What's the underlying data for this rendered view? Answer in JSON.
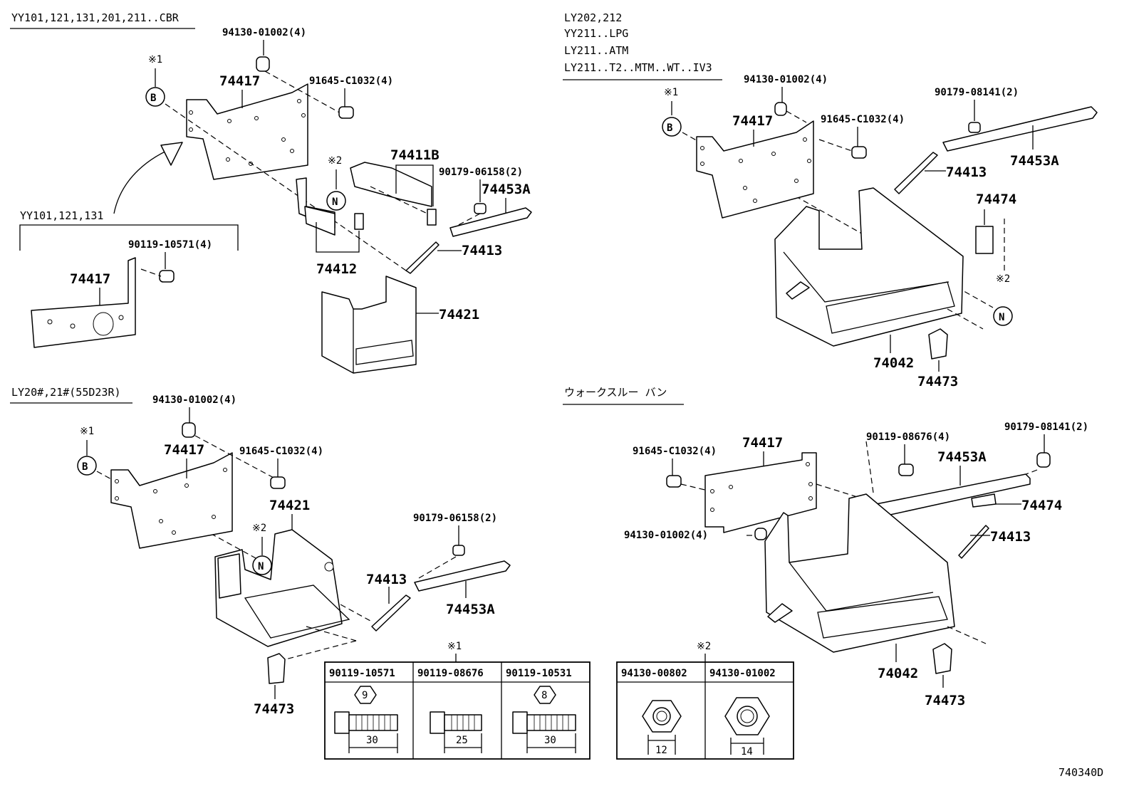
{
  "sections": {
    "top_left": {
      "header": "YY101,121,131,201,211..CBR",
      "sub_header": "YY101,121,131",
      "mark_1": "※1",
      "mark_2": "※2",
      "circle_b": "B",
      "circle_n": "N",
      "parts": {
        "nut": "94130-01002(4)",
        "bolt": "91645-C1032(4)",
        "plate": "74417",
        "plate_sub": "74417",
        "sub_bolt": "90119-10571(4)",
        "clamp_b": "74411B",
        "screw": "90179-06158(2)",
        "holder": "74453A",
        "clamp": "74412",
        "rod": "74413",
        "tray": "74421"
      }
    },
    "top_right": {
      "header_lines": [
        "LY202,212",
        "YY211..LPG",
        "LY211..ATM",
        "LY211..T2..MTM..WT..IV3"
      ],
      "mark_1": "※1",
      "mark_2": "※2",
      "circle_b": "B",
      "circle_n": "N",
      "parts": {
        "nut": "94130-01002(4)",
        "bolt": "91645-C1032(4)",
        "screw": "90179-08141(2)",
        "plate": "74417",
        "holder": "74453A",
        "rod": "74413",
        "pad": "74474",
        "carrier": "74042",
        "stopper": "74473"
      }
    },
    "bottom_left": {
      "header": "LY20#,21#(55D23R)",
      "mark_1": "※1",
      "mark_2": "※2",
      "circle_b": "B",
      "circle_n": "N",
      "parts": {
        "nut": "94130-01002(4)",
        "bolt": "91645-C1032(4)",
        "plate": "74417",
        "tray": "74421",
        "screw": "90179-06158(2)",
        "rod": "74413",
        "holder": "74453A",
        "stopper": "74473"
      }
    },
    "bottom_right": {
      "header": "ウォークスルー バン",
      "parts": {
        "bolt": "91645-C1032(4)",
        "plate": "74417",
        "bolt_b": "90119-08676(4)",
        "screw": "90179-08141(2)",
        "holder": "74453A",
        "pad": "74474",
        "nut": "94130-01002(4)",
        "rod": "74413",
        "carrier": "74042",
        "stopper": "74473"
      }
    }
  },
  "table_1": {
    "mark": "※1",
    "columns": [
      {
        "part": "90119-10571",
        "badge": "9",
        "length": "30"
      },
      {
        "part": "90119-08676",
        "badge": "",
        "length": "25"
      },
      {
        "part": "90119-10531",
        "badge": "8",
        "length": "30"
      }
    ]
  },
  "table_2": {
    "mark": "※2",
    "columns": [
      {
        "part": "94130-00802",
        "size": "12"
      },
      {
        "part": "94130-01002",
        "size": "14"
      }
    ]
  },
  "figure_id": "740340D"
}
